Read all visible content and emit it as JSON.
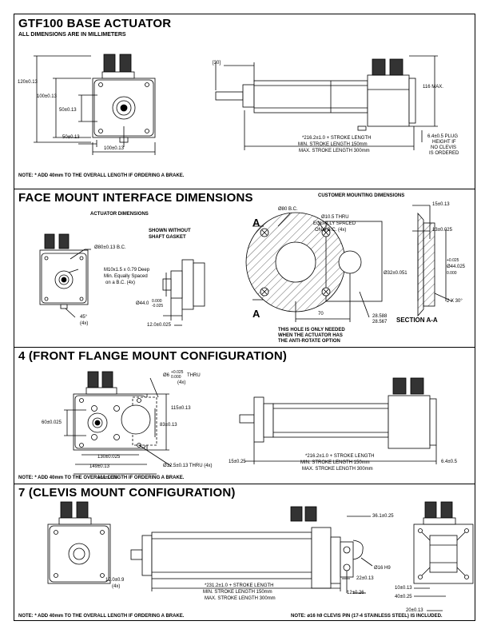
{
  "sections": {
    "base": {
      "title": "GTF100 BASE ACTUATOR",
      "subtitle": "ALL DIMENSIONS ARE IN MILLIMETERS",
      "dims": {
        "h120": "120±0.13",
        "h100": "100±0.13",
        "h50": "50±0.13",
        "w50": "50±0.13",
        "w100": "100±0.13",
        "ref30": "[30]",
        "max116": "116 MAX.",
        "stroke1": "*216.2±1.0 + STROKE LENGTH",
        "stroke2": "MIN. STROKE LENGTH 150mm",
        "stroke3": "MAX. STROKE LENGTH 300mm",
        "plug1": "6.4±0.5 PLUG",
        "plug2": "HEIGHT IF",
        "plug3": "NO CLEVIS",
        "plug4": "IS ORDERED"
      },
      "note": "NOTE: * ADD 40mm TO THE OVERALL LENGTH IF ORDERING A BRAKE."
    },
    "face": {
      "title": "FACE MOUNT INTERFACE DIMENSIONS",
      "actuator_dims": "ACTUATOR DIMENSIONS",
      "shown_without1": "SHOWN WITHOUT",
      "shown_without2": "SHAFT GASKET",
      "customer_dims": "CUSTOMER MOUNTING DIMENSIONS",
      "bc80": "Ø80±0.13 B.C.",
      "thread1": "M10x1.5 x 0.79 Deep",
      "thread2": "Min. Equally Spaced",
      "thread3": "on a B.C. (4x)",
      "deg45": "45°",
      "deg45b": "(4x)",
      "d44": "Ø44.0",
      "d44tol1": "0.000",
      "d44tol2": "-0.025",
      "d12": "12.0±0.025",
      "bc80b": "Ø80 B.C.",
      "thru1": "Ø10.5 THRU",
      "thru2": "EQUALLY SPACED",
      "thru3": "ON A B.C. (4x)",
      "markA": "A",
      "dim70": "70",
      "d28a": "28.588",
      "d28b": "28.567",
      "hole1": "THIS HOLE IS ONLY NEEDED",
      "hole2": "WHEN THE ACTUATOR HAS",
      "hole3": "THE ANTI-ROTATE OPTION",
      "d15": "15±0.13",
      "d13": "13±0.025",
      "d32": "Ø32±0.051",
      "d44b": "Ø44.025",
      "d44btol1": "+0.025",
      "d44btol2": "0.000",
      "chamfer": "2 X 30°",
      "section_aa": "SECTION A-A"
    },
    "flange": {
      "title": "4 (FRONT FLANGE MOUNT CONFIGURATION)",
      "thru_top1": "Ø6",
      "thru_top_tol1": "+0.025",
      "thru_top_tol2": "0.000",
      "thru_top2": "THRU",
      "thru_top3": "(4x)",
      "d60": "60±0.025",
      "d115": "115±0.13",
      "d83": "83±0.13",
      "d130": "130±0.025",
      "d149": "149±0.13",
      "d160": "160±0.13",
      "d125": "Ø12.5±0.13 THRU (4x)",
      "d15": "15±0.25",
      "stroke1": "*216.2±1.0 + STROKE LENGTH",
      "stroke2": "MIN. STROKE LENGTH 150mm",
      "stroke3": "MAX. STROKE LENGTH 300mm",
      "d64": "6.4±0.5",
      "note": "NOTE: * ADD 40mm TO THE OVERALL LENGTH IF ORDERING A BRAKE."
    },
    "clevis": {
      "title": "7 (CLEVIS MOUNT CONFIGURATION)",
      "d36": "36.1±0.25",
      "d16": "Ø16 H9",
      "d12": "12.0±0.9",
      "d12b": "(4x)",
      "stroke1": "*231.2±1.0 + STROKE LENGTH",
      "stroke2": "MIN. STROKE LENGTH 150mm",
      "stroke3": "MAX. STROKE LENGTH 300mm",
      "d22": "22±0.13",
      "d12c": "12±0.26",
      "d10": "10±0.13",
      "d40": "40±0.25",
      "d20": "20±0.13",
      "note": "NOTE: * ADD 40mm TO THE OVERALL LENGTH IF ORDERING A BRAKE.",
      "note2": "NOTE: ø16 h9 CLEVIS PIN (17-4 STAINLESS STEEL) IS INCLUDED."
    }
  }
}
